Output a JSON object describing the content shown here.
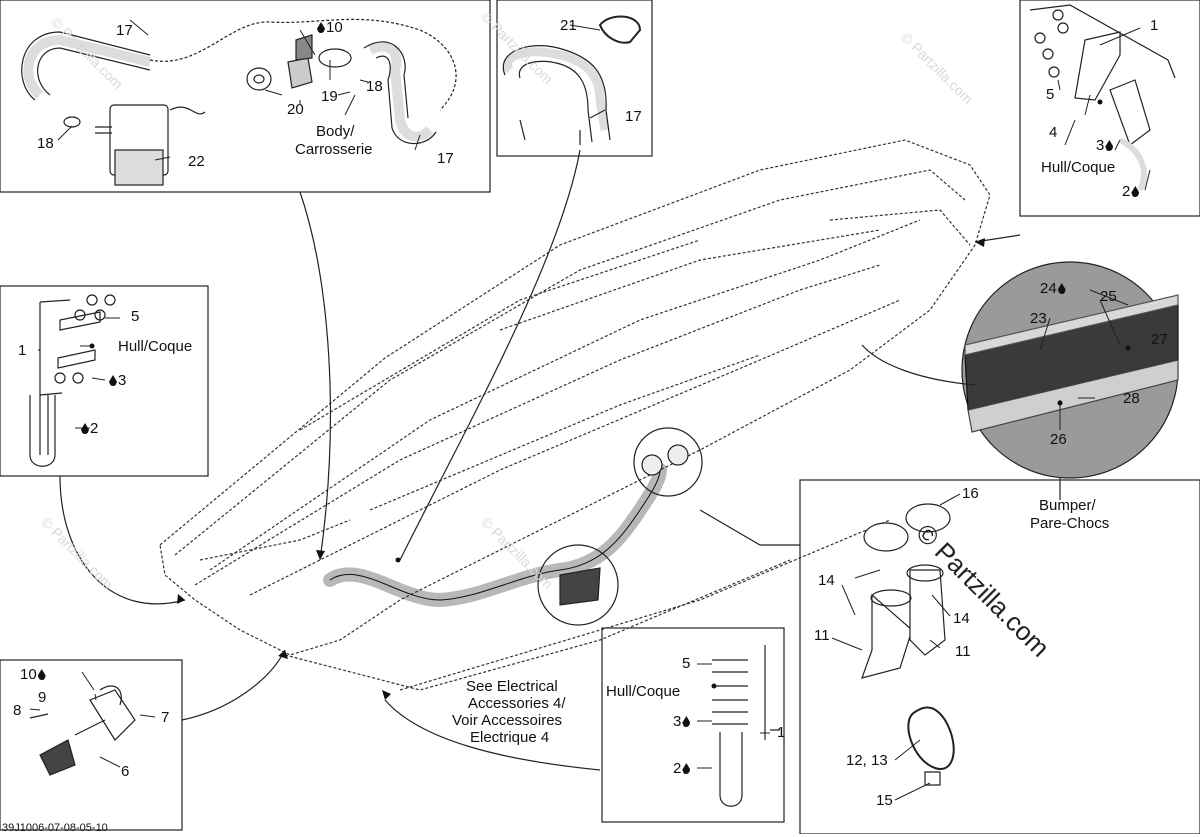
{
  "labels": {
    "p17a": "17",
    "p10a": "10",
    "p21": "21",
    "p1a": "1",
    "p5a": "5",
    "p18a": "18",
    "p20": "20",
    "p19": "19",
    "p17b": "17",
    "p4a": "4",
    "p3a": "3",
    "p2a": "2",
    "p18b": "18",
    "p22": "22",
    "p17c": "17",
    "p5b": "5",
    "p1b": "1",
    "p3b": "3",
    "p2b": "2",
    "p24": "24",
    "p25": "25",
    "p23": "23",
    "p27": "27",
    "p28": "28",
    "p26": "26",
    "p16": "16",
    "p14a": "14",
    "p14b": "14",
    "p11a": "11",
    "p11b": "11",
    "p5c": "5",
    "p3c": "3",
    "p1c": "1",
    "p2c": "2",
    "p1213": "12, 13",
    "p15": "15",
    "p10b": "10",
    "p9": "9",
    "p8": "8",
    "p7": "7",
    "p6": "6"
  },
  "text": {
    "body1": "Body/",
    "body2": "Carrosserie",
    "hull_tr": "Hull/Coque",
    "hull_left": "Hull/Coque",
    "hull_bottom": "Hull/Coque",
    "see1": "See Electrical",
    "see2": "Accessories 4/",
    "see3": "Voir Accessoires",
    "see4": "Electrique 4",
    "bumper1": "Bumper/",
    "bumper2": "Pare-Chocs",
    "diagram_code": "39J1006-07-08-05-10",
    "watermark": "© Partzilla.com"
  }
}
